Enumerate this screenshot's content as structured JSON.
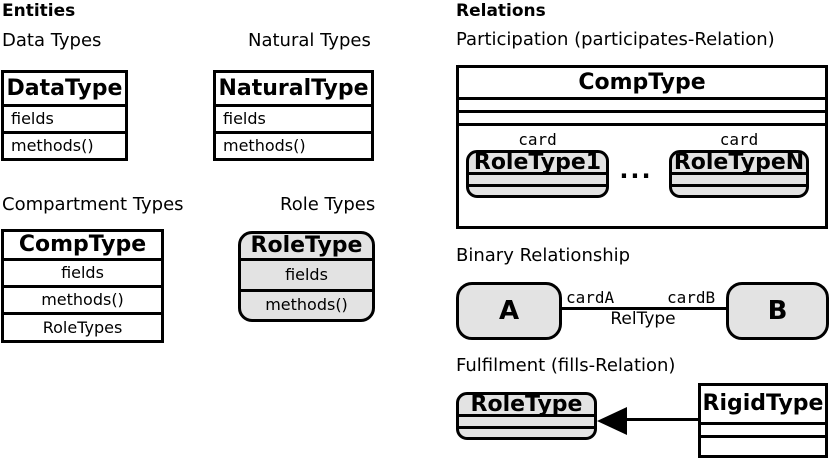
{
  "colors": {
    "role_fill": "#e3e3e3",
    "stroke": "#000000",
    "background": "#ffffff"
  },
  "headings": {
    "entities": "Entities",
    "relations": "Relations"
  },
  "entities": {
    "data_types": {
      "label": "Data Types",
      "title": "DataType",
      "rows": [
        "fields",
        "methods()"
      ]
    },
    "natural_types": {
      "label": "Natural Types",
      "title": "NaturalType",
      "rows": [
        "fields",
        "methods()"
      ]
    },
    "compartment_types": {
      "label": "Compartment Types",
      "title": "CompType",
      "rows": [
        "fields",
        "methods()",
        "RoleTypes"
      ]
    },
    "role_types": {
      "label": "Role Types",
      "title": "RoleType",
      "rows": [
        "fields",
        "methods()"
      ]
    }
  },
  "relations": {
    "participation": {
      "label": "Participation (participates-Relation)",
      "container": "CompType",
      "card_left": "card",
      "card_right": "card",
      "role_left": "RoleType1",
      "role_right": "RoleTypeN",
      "ellipsis": "..."
    },
    "binary": {
      "label": "Binary Relationship",
      "left_entity": "A",
      "right_entity": "B",
      "card_left": "cardA",
      "card_right": "cardB",
      "relation_name": "RelType"
    },
    "fulfilment": {
      "label": "Fulfilment (fills-Relation)",
      "role": "RoleType",
      "rigid": "RigidType"
    }
  }
}
